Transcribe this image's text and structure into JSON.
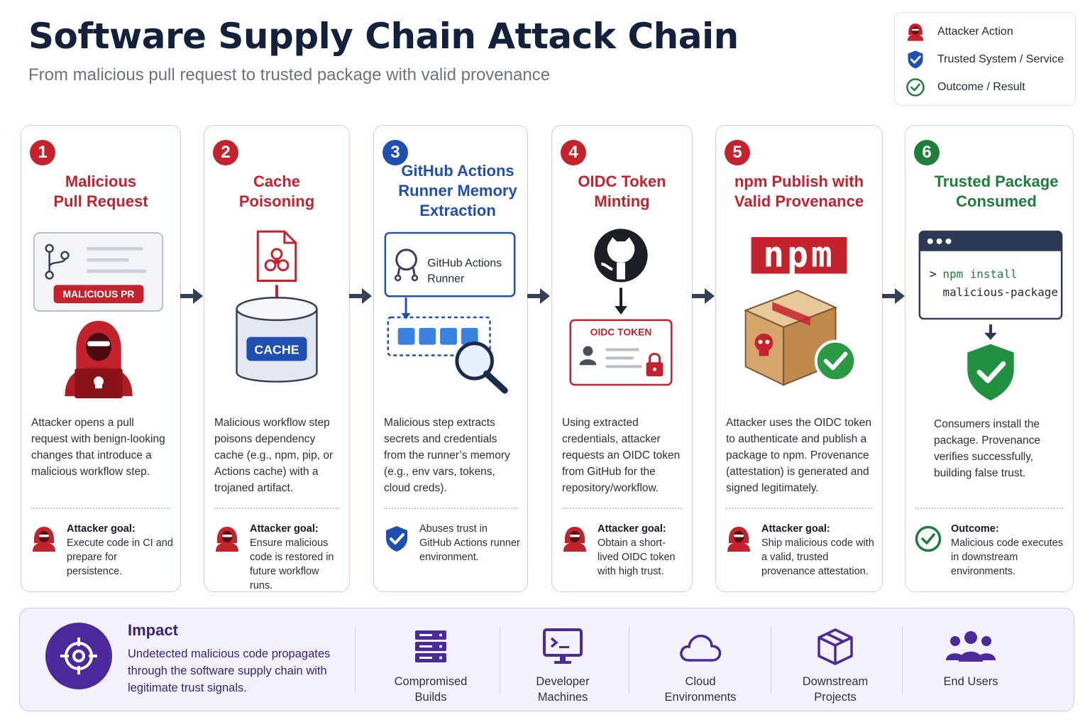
{
  "title": "Software Supply Chain Attack Chain",
  "subtitle": "From malicious pull request to trusted package with valid provenance",
  "legend": [
    {
      "icon": "hooded-attacker-icon",
      "label": "Attacker Action"
    },
    {
      "icon": "shield-check-icon",
      "label": "Trusted System / Service"
    },
    {
      "icon": "check-circle-icon",
      "label": "Outcome / Result"
    }
  ],
  "colors": {
    "attacker": "#c4222d",
    "trusted": "#1f4fb0",
    "outcome": "#1e7d3b",
    "impact": "#4d2a9c"
  },
  "steps": [
    {
      "number": "1",
      "title": "Malicious\nPull Request",
      "illustration": {
        "badge": "MALICIOUS PR"
      },
      "description": "Attacker opens a pull request with benign-looking changes that introduce a malicious workflow step.",
      "goal_label": "Attacker goal:",
      "goal_text": "Execute code in CI and prepare for persistence."
    },
    {
      "number": "2",
      "title": "Cache\nPoisoning",
      "illustration": {
        "cache_label": "CACHE"
      },
      "description": "Malicious workflow step poisons dependency cache (e.g., npm, pip, or Actions cache) with a trojaned artifact.",
      "goal_label": "Attacker goal:",
      "goal_text": "Ensure malicious code is restored in future workflow runs."
    },
    {
      "number": "3",
      "title": "GitHub Actions\nRunner Memory\nExtraction",
      "illustration": {
        "runner_label": "GitHub Actions Runner"
      },
      "description": "Malicious step extracts secrets and credentials from the runner’s memory (e.g., env vars, tokens, cloud creds).",
      "goal_label": "",
      "goal_text": "Abuses trust in GitHub Actions runner environment."
    },
    {
      "number": "4",
      "title": "OIDC Token\nMinting",
      "illustration": {
        "token_label": "OIDC TOKEN"
      },
      "description": "Using extracted credentials, attacker requests an OIDC token from GitHub for the repository/workflow.",
      "goal_label": "Attacker goal:",
      "goal_text": "Obtain a short-lived OIDC token with high trust."
    },
    {
      "number": "5",
      "title": "npm Publish with\nValid Provenance",
      "illustration": {
        "logo_text": "npm"
      },
      "description": "Attacker uses the OIDC token to authenticate and publish a package to npm. Provenance (attestation) is generated and signed legitimately.",
      "goal_label": "Attacker goal:",
      "goal_text": "Ship malicious code with a valid, trusted provenance attestation."
    },
    {
      "number": "6",
      "title": "Trusted Package\nConsumed",
      "illustration": {
        "prompt": ">",
        "command_1": "npm install",
        "command_2": "malicious-package"
      },
      "description": "Consumers install the package. Provenance verifies successfully, building false trust.",
      "goal_label": "Outcome:",
      "goal_text": "Malicious code executes in downstream environments."
    }
  ],
  "impact": {
    "title": "Impact",
    "text": "Undetected malicious code propagates through the software supply chain with legitimate trust signals.",
    "items": [
      {
        "icon": "server-icon",
        "label": "Compromised\nBuilds"
      },
      {
        "icon": "monitor-terminal-icon",
        "label": "Developer\nMachines"
      },
      {
        "icon": "cloud-icon",
        "label": "Cloud\nEnvironments"
      },
      {
        "icon": "package-box-icon",
        "label": "Downstream\nProjects"
      },
      {
        "icon": "users-icon",
        "label": "End Users"
      }
    ]
  }
}
